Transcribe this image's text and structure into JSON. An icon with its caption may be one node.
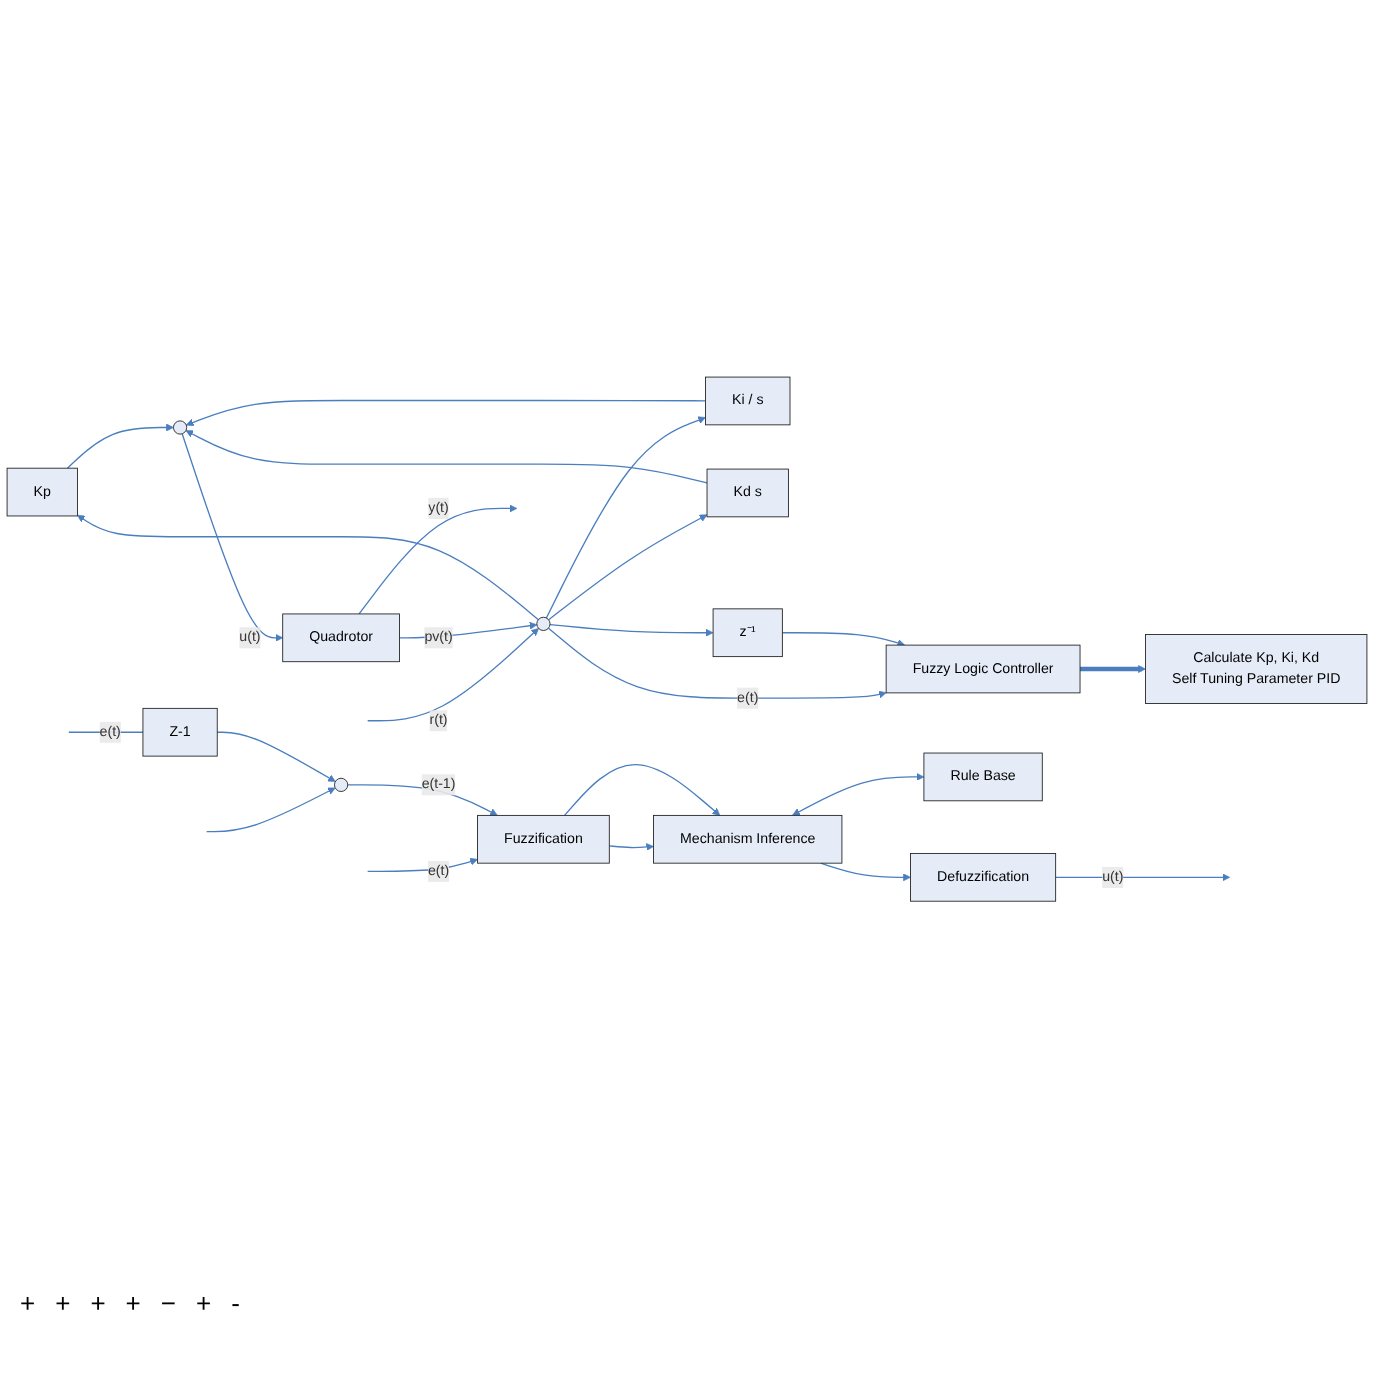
{
  "diagram": {
    "nodes": [
      {
        "text": [
          "Kp"
        ]
      },
      {
        "text": [
          "Ki / s"
        ]
      },
      {
        "text": [
          "Kd s"
        ]
      },
      {
        "text": [],
        "shape": "circle"
      },
      {
        "text": [
          "Quadrotor"
        ]
      },
      {
        "text": [],
        "shape": "circle"
      },
      {
        "text": [
          "z⁻¹"
        ]
      },
      {
        "text": [
          "Fuzzy Logic Controller"
        ]
      },
      {
        "text": [
          "Calculate Kp, Ki, Kd",
          "Self Tuning Parameter PID"
        ]
      },
      {
        "text": [
          "Rule Base"
        ]
      },
      {
        "text": [
          "Z-1"
        ]
      },
      {
        "text": [],
        "shape": "circle"
      },
      {
        "text": [
          "Fuzzification"
        ]
      },
      {
        "text": [
          "Mechanism Inference"
        ]
      },
      {
        "text": [
          "Defuzzification"
        ]
      }
    ],
    "edges": [
      {
        "from": null,
        "to": 5,
        "arrow": "to",
        "label": "r(t)"
      },
      {
        "from": 5,
        "to": 7,
        "arrow": "to",
        "label": "e(t)"
      },
      {
        "from": 5,
        "to": 6,
        "arrow": "to"
      },
      {
        "from": 5,
        "to": 1,
        "arrow": "to"
      },
      {
        "from": 5,
        "to": 0,
        "arrow": "to"
      },
      {
        "from": 5,
        "to": 2,
        "arrow": "to"
      },
      {
        "from": 6,
        "to": 7,
        "arrow": "to"
      },
      {
        "from": 7,
        "to": 8,
        "arrow": "to",
        "style": "thick"
      },
      {
        "from": 0,
        "to": 3,
        "arrow": "to"
      },
      {
        "from": 1,
        "to": 3,
        "arrow": "to"
      },
      {
        "from": 2,
        "to": 3,
        "arrow": "to"
      },
      {
        "from": 3,
        "to": 4,
        "arrow": "to",
        "label": "u(t)"
      },
      {
        "from": 4,
        "to": null,
        "arrow": "to",
        "label": "y(t)"
      },
      {
        "from": 4,
        "to": 5,
        "arrow": "to",
        "label": "pv(t)"
      },
      {
        "from": null,
        "to": 10,
        "arrow": "none",
        "label": "e(t)"
      },
      {
        "from": null,
        "to": 11,
        "arrow": "to"
      },
      {
        "from": null,
        "to": 12,
        "arrow": "to",
        "label": "e(t)"
      },
      {
        "from": 10,
        "to": 11,
        "arrow": "to"
      },
      {
        "from": 11,
        "to": 12,
        "arrow": "to",
        "label": "e(t-1)"
      },
      {
        "from": 12,
        "to": 13,
        "arrow": "to"
      },
      {
        "from": 12,
        "to": 13,
        "arrow": "to"
      },
      {
        "from": 13,
        "to": 9,
        "arrow": "both"
      },
      {
        "from": 13,
        "to": 14,
        "arrow": "to"
      },
      {
        "from": 14,
        "to": null,
        "arrow": "to",
        "label": "u(t)"
      }
    ],
    "labels": [
      "+",
      "+",
      "+",
      "+",
      "−",
      "+",
      "-"
    ]
  }
}
